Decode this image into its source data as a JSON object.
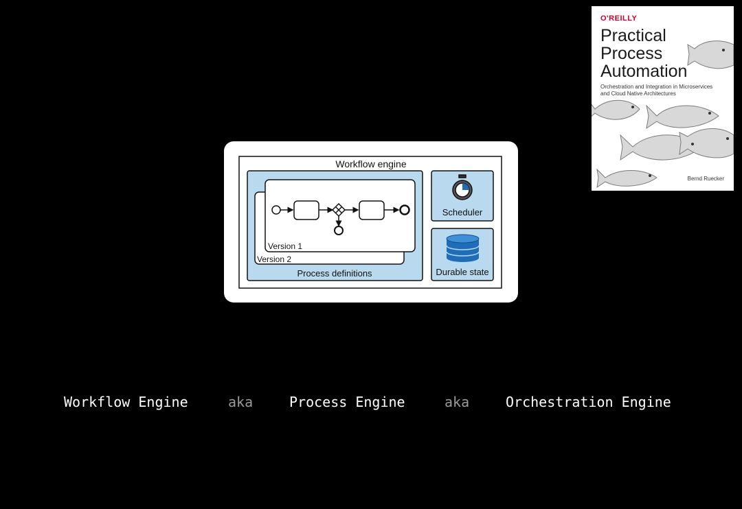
{
  "book": {
    "publisher": "O'REILLY",
    "title_line1": "Practical",
    "title_line2": "Process",
    "title_line3": "Automation",
    "subtitle_line1": "Orchestration and Integration in Microservices",
    "subtitle_line2": "and Cloud Native Architectures",
    "author": "Bernd Ruecker"
  },
  "diagram": {
    "title": "Workflow engine",
    "process_definitions_label": "Process definitions",
    "version1_label": "Version 1",
    "version2_label": "Version 2",
    "scheduler_label": "Scheduler",
    "durable_state_label": "Durable state"
  },
  "caption": {
    "term1": "Workflow Engine",
    "aka1": "aka",
    "term2": "Process Engine",
    "aka2": "aka",
    "term3": "Orchestration Engine"
  },
  "colors": {
    "background": "#000000",
    "panel_blue": "#b9d9ef",
    "db_blue": "#1f6db8",
    "aka_gray": "#9a9a9a",
    "oreilly_red": "#d3002d"
  }
}
